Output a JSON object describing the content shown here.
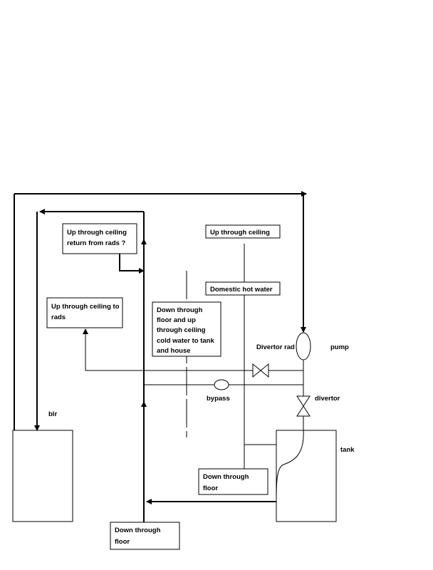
{
  "labels": {
    "ceiling_return": [
      "Up through ceiling",
      "return from rads ?"
    ],
    "ceiling_top": "Up through ceiling",
    "ceiling_rads": [
      "Up through ceiling to",
      "rads"
    ],
    "down_floor_center": [
      "Down through",
      "floor and up",
      "through ceiling",
      "cold water to tank",
      "and house"
    ],
    "dhw": "Domestic hot water",
    "divertor_rad": "Divertor  rad",
    "pump": "pump",
    "bypass": "bypass",
    "divertor": "divertor",
    "blr": "blr",
    "tank": "tank",
    "down_floor_right": [
      "Down through",
      "floor"
    ],
    "down_floor_bottom": [
      "Down through",
      "floor"
    ]
  }
}
